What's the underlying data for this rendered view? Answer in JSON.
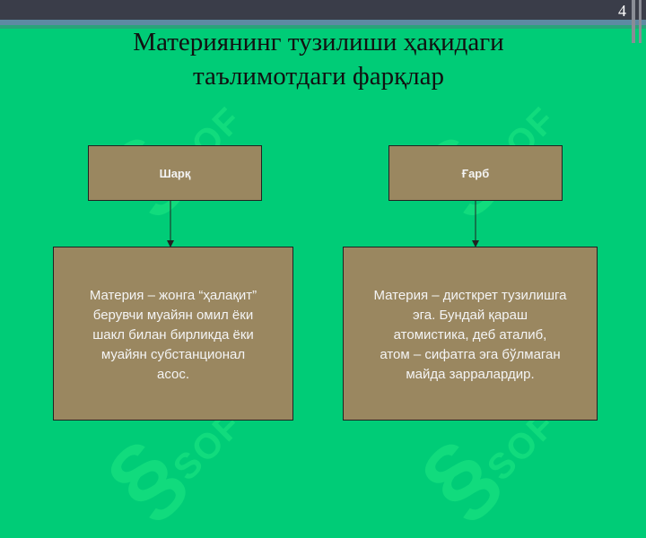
{
  "slide_number": "4",
  "title_line1": "Материянинг тузилиши ҳақидаги",
  "title_line2": "таълимотдаги фарқлар",
  "watermark": "SOF",
  "left": {
    "heading": "Шарқ",
    "lines": [
      "Материя –  жонга “ҳалақит”",
      "берувчи муайян омил ёки",
      "шакл билан бирликда ёки",
      "муайян субстанционал",
      "асос."
    ]
  },
  "right": {
    "heading": "Ғарб",
    "lines": [
      "Материя – дисткрет тузилишга",
      "эга. Бундай қараш",
      "атомистика, деб аталиб,",
      "атом – сифатга эга бўлмаган",
      "майда зарралардир."
    ]
  },
  "colors": {
    "background": "#00cc77",
    "box": "#9a8760"
  }
}
